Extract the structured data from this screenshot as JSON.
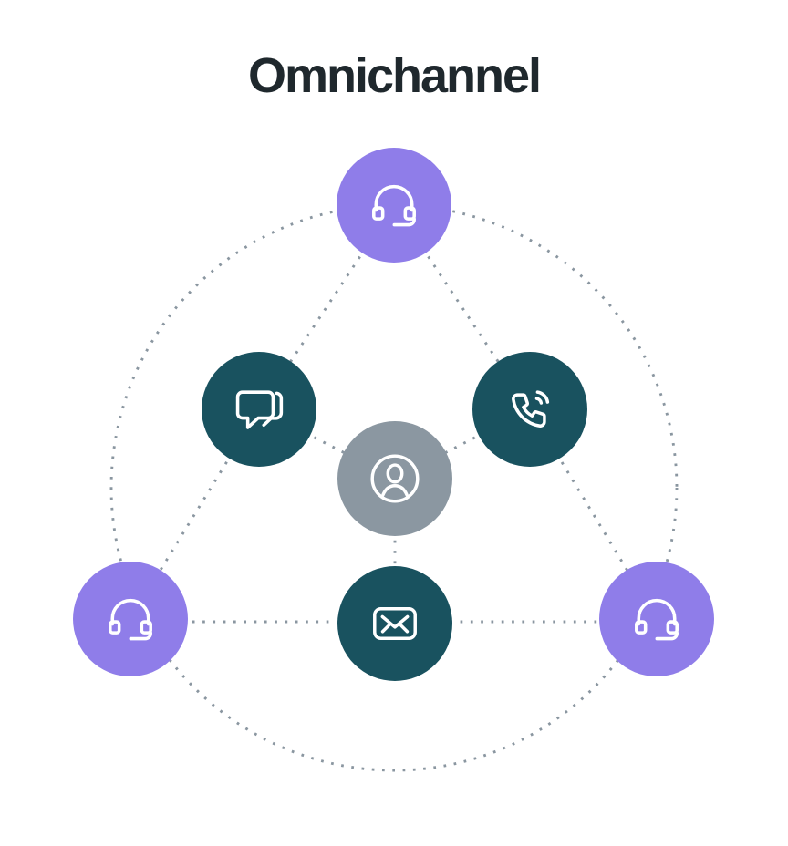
{
  "title": "Omnichannel",
  "colors": {
    "background": "#ffffff",
    "ink": "#1f282d",
    "purple": "#8f7de9",
    "teal": "#19525f",
    "gray": "#8b97a1",
    "dot": "#8a96a0",
    "icon": "#ffffff"
  },
  "diagram": {
    "description": "Hub-and-spoke omnichannel communication diagram with dotted connectors",
    "nodes": [
      {
        "id": "agent-top",
        "icon": "headset-icon",
        "color": "purple",
        "position": "top-center"
      },
      {
        "id": "live-chat",
        "icon": "chat-bubbles-icon",
        "color": "teal",
        "position": "middle-left"
      },
      {
        "id": "phone-call",
        "icon": "phone-ringing-icon",
        "color": "teal",
        "position": "middle-right"
      },
      {
        "id": "customer",
        "icon": "user-icon",
        "color": "gray",
        "position": "center"
      },
      {
        "id": "email",
        "icon": "envelope-icon",
        "color": "teal",
        "position": "bottom-center"
      },
      {
        "id": "agent-left",
        "icon": "headset-icon",
        "color": "purple",
        "position": "bottom-left"
      },
      {
        "id": "agent-right",
        "icon": "headset-icon",
        "color": "purple",
        "position": "bottom-right"
      }
    ],
    "connections": [
      [
        "agent-top",
        "live-chat"
      ],
      [
        "agent-top",
        "phone-call"
      ],
      [
        "live-chat",
        "customer"
      ],
      [
        "phone-call",
        "customer"
      ],
      [
        "customer",
        "email"
      ],
      [
        "live-chat",
        "agent-left"
      ],
      [
        "phone-call",
        "agent-right"
      ],
      [
        "agent-left",
        "email"
      ],
      [
        "email",
        "agent-right"
      ]
    ],
    "outer_ring": "dotted circle passing through the three purple agent nodes",
    "line_style": "dotted"
  }
}
